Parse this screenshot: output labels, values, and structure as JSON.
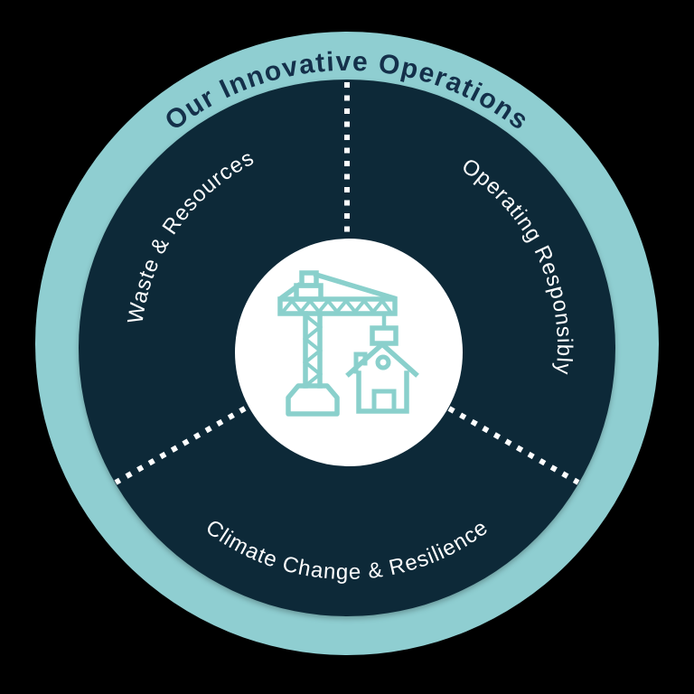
{
  "diagram": {
    "title": "Our Innovative Operations",
    "segments": [
      {
        "label": "Waste & Resources"
      },
      {
        "label": "Operating Responsibly"
      },
      {
        "label": "Climate Change & Resilience"
      }
    ],
    "center_icon": "construction-crane-and-house-icon",
    "colors": {
      "outer_ring": "#8FCED1",
      "inner_circle": "#0D2938",
      "hub": "#FFFFFF",
      "icon": "#8AD0CC",
      "title_text": "#14304A",
      "segment_text": "#FFFFFF",
      "divider_dots": "#FFFFFF"
    }
  }
}
